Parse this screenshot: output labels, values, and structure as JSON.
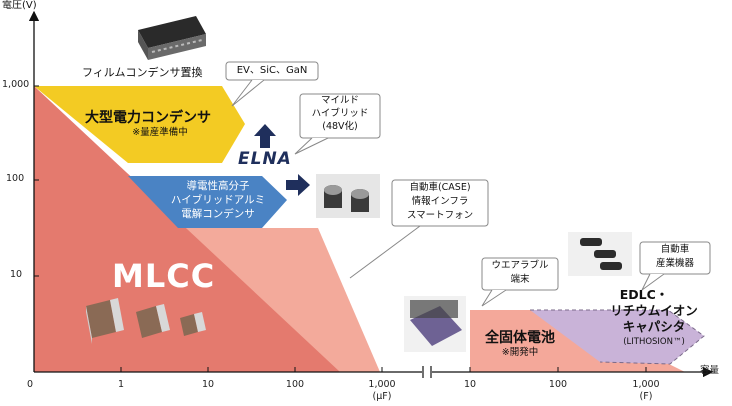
{
  "axes": {
    "y_title": "電圧(V)",
    "y_ticks": [
      "1,000",
      "100",
      "10"
    ],
    "x_ticks_left": [
      "0",
      "1",
      "10",
      "100",
      "1,000"
    ],
    "x_unit_left": "(μF)",
    "x_ticks_right": [
      "10",
      "100",
      "1,000"
    ],
    "x_unit_right": "(F)",
    "x_title": "容量"
  },
  "regions": {
    "mlcc": {
      "label": "MLCC",
      "color": "#e47a6e"
    },
    "film": {
      "title": "大型電力コンデンサ",
      "note": "※量産準備中",
      "color": "#f3cb23"
    },
    "aluminum": {
      "lines": [
        "導電性高分子",
        "ハイブリッドアルミ",
        "電解コンデンサ"
      ],
      "color": "#4a83c4"
    },
    "light": {
      "color": "#f3aa9b"
    },
    "solid_state": {
      "title": "全固体電池",
      "note": "※開発中",
      "color": "#f4a89a"
    },
    "edlc": {
      "lines": [
        "EDLC・",
        "リチウムイオン",
        "キャパシタ"
      ],
      "sub": "(LITHOSION™)",
      "color": "#c9b3d8"
    }
  },
  "captions": {
    "film_replace": "フィルムコンデンサ置換",
    "ev": "EV、SiC、GaN",
    "mild_hybrid": [
      "マイルド",
      "ハイブリッド",
      "(48V化)"
    ],
    "automotive": [
      "自動車(CASE)",
      "情報インフラ",
      "スマートフォン"
    ],
    "wearable": [
      "ウエアラブル",
      "端末"
    ],
    "industrial": [
      "自動車",
      "産業機器"
    ]
  },
  "brand": "ELNA",
  "colors": {
    "axis": "#111111",
    "navy": "#1f2f5c",
    "callout": "#888888"
  }
}
